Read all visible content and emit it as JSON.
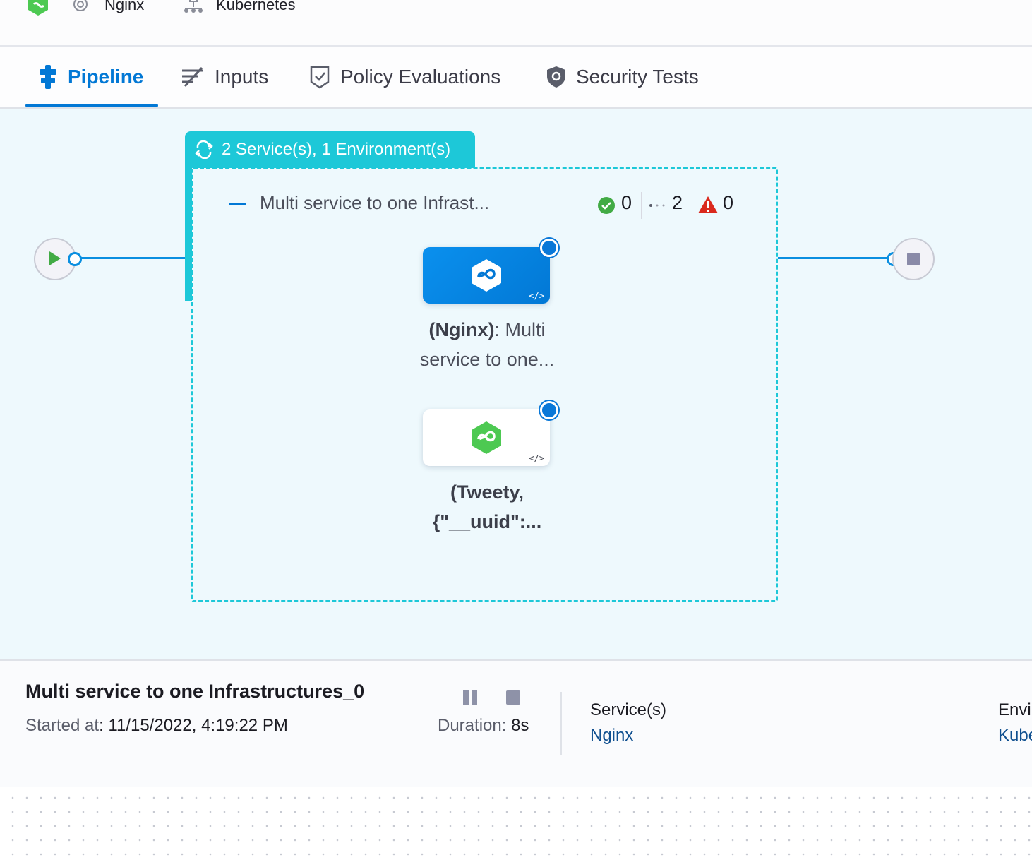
{
  "breadcrumb": {
    "service": "Nginx",
    "deployment_type": "Kubernetes"
  },
  "tabs": [
    {
      "label": "Pipeline",
      "icon": "pipeline-icon",
      "active": true
    },
    {
      "label": "Inputs",
      "icon": "inputs-icon",
      "active": false
    },
    {
      "label": "Policy Evaluations",
      "icon": "policy-check-icon",
      "active": false
    },
    {
      "label": "Security Tests",
      "icon": "shield-icon",
      "active": false
    }
  ],
  "pipeline": {
    "group_label": "2 Service(s), 1 Environment(s)",
    "stage": {
      "name": "Multi service to one Infrast...",
      "counts": {
        "success": "0",
        "running": "2",
        "failed": "0"
      }
    },
    "steps": [
      {
        "label_bold": "(Nginx)",
        "label_rest": ": Multi",
        "label_line2": "service to one..."
      },
      {
        "label_bold": "(Tweety,",
        "label_line2": "{\"__uuid\":..."
      }
    ]
  },
  "details": {
    "title": "Multi service to one Infrastructures_0",
    "started_label": "Started at",
    "started_value": ": 11/15/2022, 4:19:22 PM",
    "duration_label": "Duration: ",
    "duration_value": "8s",
    "services_label": "Service(s)",
    "services_value": "Nginx",
    "env_label": "Envi",
    "env_value": "Kube"
  },
  "colors": {
    "accent": "#0278d5",
    "group": "#1dc8d8",
    "success": "#42ab45",
    "error": "#da291d"
  }
}
